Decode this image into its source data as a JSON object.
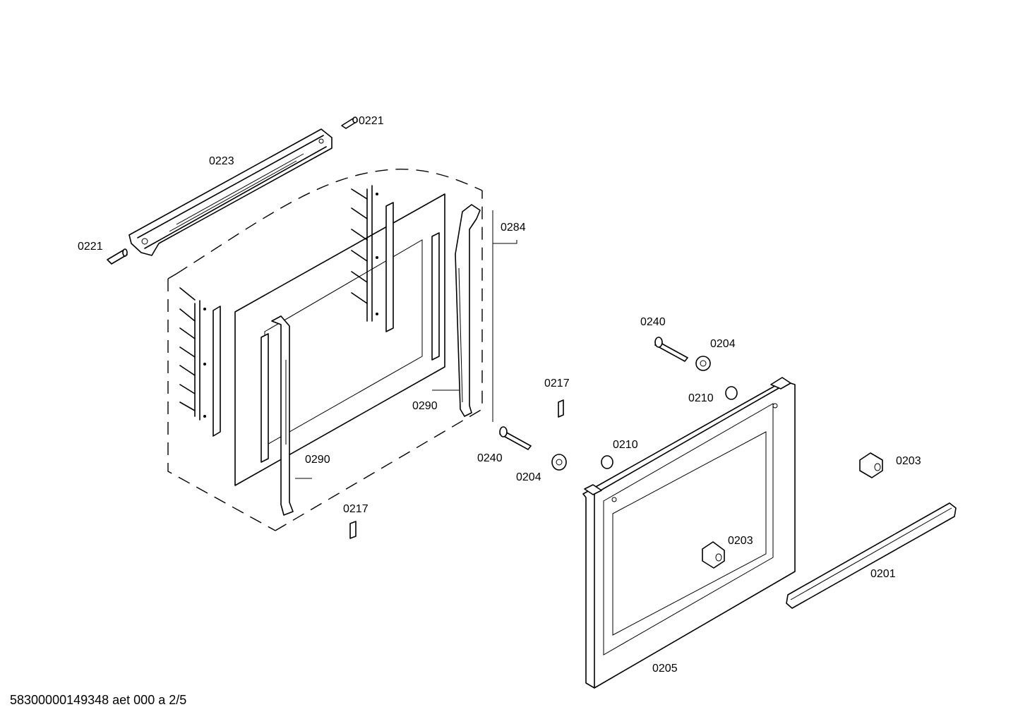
{
  "callouts": {
    "p0221_top": "0221",
    "p0223": "0223",
    "p0221_left": "0221",
    "p0284": "0284",
    "p0240_upper": "0240",
    "p0204_upper": "0204",
    "p0217_upper": "0217",
    "p0210_upper": "0210",
    "p0290_right": "0290",
    "p0240_lower": "0240",
    "p0210_lower": "0210",
    "p0203_right": "0203",
    "p0290_left": "0290",
    "p0204_lower": "0204",
    "p0217_lower": "0217",
    "p0203_door": "0203",
    "p0201": "0201",
    "p0205": "0205"
  },
  "footer": {
    "drawing_id": "58300000149348 aet 000 a 2/5"
  }
}
